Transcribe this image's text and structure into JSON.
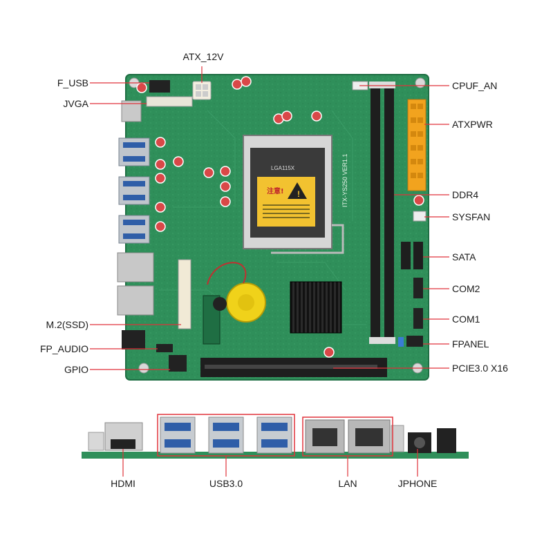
{
  "labels_left": [
    {
      "id": "f-usb",
      "text": "F_USB"
    },
    {
      "id": "jvga",
      "text": "JVGA"
    },
    {
      "id": "m2-ssd",
      "text": "M.2(SSD)"
    },
    {
      "id": "fp-audio",
      "text": "FP_AUDIO"
    },
    {
      "id": "gpio",
      "text": "GPIO"
    }
  ],
  "labels_top": [
    {
      "id": "atx-12v",
      "text": "ATX_12V"
    }
  ],
  "labels_right": [
    {
      "id": "cpuf-an",
      "text": "CPUF_AN"
    },
    {
      "id": "atxpwr",
      "text": "ATXPWR"
    },
    {
      "id": "ddr4",
      "text": "DDR4"
    },
    {
      "id": "sysfan",
      "text": "SYSFAN"
    },
    {
      "id": "sata",
      "text": "SATA"
    },
    {
      "id": "com2",
      "text": "COM2"
    },
    {
      "id": "com1",
      "text": "COM1"
    },
    {
      "id": "fpanel",
      "text": "FPANEL"
    },
    {
      "id": "pcie",
      "text": "PCIE3.0 X16"
    }
  ],
  "labels_bottom": [
    {
      "id": "hdmi",
      "text": "HDMI"
    },
    {
      "id": "usb30",
      "text": "USB3.0"
    },
    {
      "id": "lan",
      "text": "LAN"
    },
    {
      "id": "jphone",
      "text": "JPHONE"
    }
  ],
  "board_text": {
    "socket": "LGA115X",
    "warning_title": "注意!",
    "model": "ITX-YS250 VER1.1"
  },
  "colors": {
    "pcb": "#2f8f5a",
    "pcb_dark": "#1f6e43",
    "leader": "#e0323a",
    "leader_dark": "#333333",
    "slot": "#1e1e1e",
    "warning": "#f2c230",
    "battery": "#f0d21a"
  }
}
